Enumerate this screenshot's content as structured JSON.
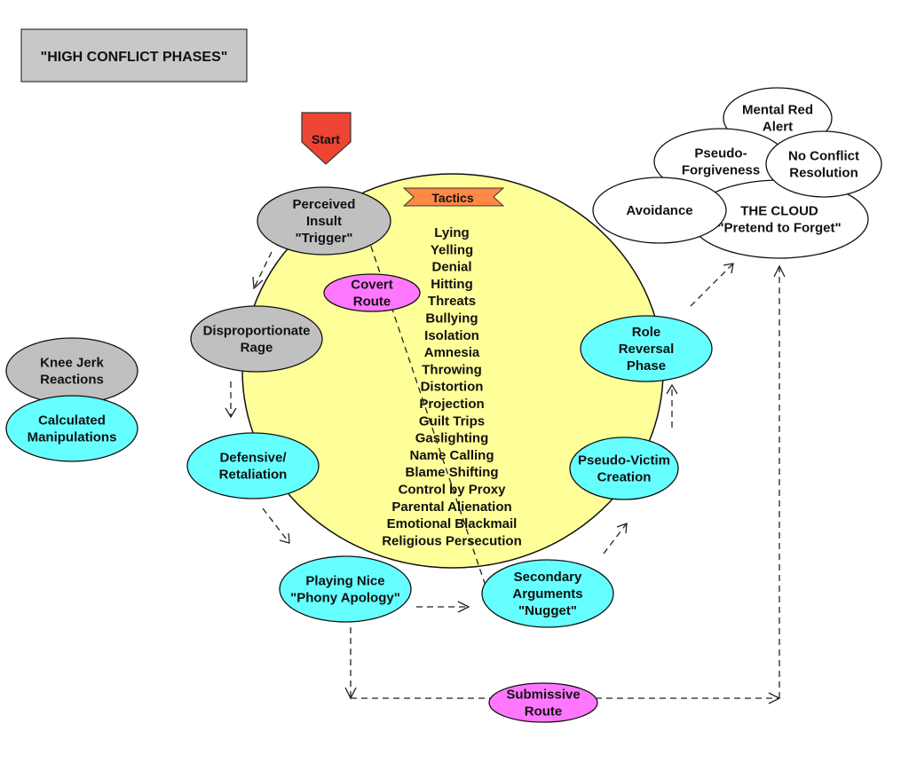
{
  "title": "\"HIGH CONFLICT PHASES\"",
  "start_label": "Start",
  "tactics": {
    "label": "Tactics",
    "items": [
      "Lying",
      "Yelling",
      "Denial",
      "Hitting",
      "Threats",
      "Bullying",
      "Isolation",
      "Amnesia",
      "Throwing",
      "Distortion",
      "Projection",
      "Guilt Trips",
      "Gaslighting",
      "Name Calling",
      "Blame Shifting",
      "Control by Proxy",
      "Parental Alienation",
      "Emotional Blackmail",
      "Religious Persecution"
    ]
  },
  "colors": {
    "title_box": "#c8c8c8",
    "start": "#ee4433",
    "tactics_banner": "#ff8844",
    "cycle_circle": "#ffff99",
    "gray_node": "#c0c0c0",
    "cyan_node": "#66ffff",
    "pink_node": "#ff77ff",
    "cloud_node": "#ffffff"
  },
  "nodes": [
    {
      "id": "perceived-insult",
      "lines": [
        "Perceived",
        "Insult",
        "\"Trigger\""
      ],
      "color": "gray_node"
    },
    {
      "id": "covert-route",
      "lines": [
        "Covert",
        "Route"
      ],
      "color": "pink_node"
    },
    {
      "id": "disproportionate-rage",
      "lines": [
        "Disproportionate",
        "Rage"
      ],
      "color": "gray_node"
    },
    {
      "id": "knee-jerk-reactions",
      "lines": [
        "Knee Jerk",
        "Reactions"
      ],
      "color": "gray_node"
    },
    {
      "id": "calculated-manipulations",
      "lines": [
        "Calculated",
        "Manipulations"
      ],
      "color": "cyan_node"
    },
    {
      "id": "defensive-retaliation",
      "lines": [
        "Defensive/",
        "Retaliation"
      ],
      "color": "cyan_node"
    },
    {
      "id": "playing-nice",
      "lines": [
        "Playing Nice",
        "\"Phony Apology\""
      ],
      "color": "cyan_node"
    },
    {
      "id": "secondary-arguments",
      "lines": [
        "Secondary",
        "Arguments",
        "\"Nugget\""
      ],
      "color": "cyan_node"
    },
    {
      "id": "pseudo-victim-creation",
      "lines": [
        "Pseudo-Victim",
        "Creation"
      ],
      "color": "cyan_node"
    },
    {
      "id": "role-reversal-phase",
      "lines": [
        "Role",
        "Reversal",
        "Phase"
      ],
      "color": "cyan_node"
    },
    {
      "id": "submissive-route",
      "lines": [
        "Submissive",
        "Route"
      ],
      "color": "pink_node"
    },
    {
      "id": "mental-red-alert",
      "lines": [
        "Mental Red",
        "Alert"
      ],
      "color": "cloud_node"
    },
    {
      "id": "pseudo-forgiveness",
      "lines": [
        "Pseudo-",
        "Forgiveness"
      ],
      "color": "cloud_node"
    },
    {
      "id": "the-cloud",
      "lines": [
        "THE CLOUD",
        "\"Pretend to Forget\""
      ],
      "color": "cloud_node"
    },
    {
      "id": "no-conflict-resolution",
      "lines": [
        "No Conflict",
        "Resolution"
      ],
      "color": "cloud_node"
    },
    {
      "id": "avoidance",
      "lines": [
        "Avoidance"
      ],
      "color": "cloud_node"
    }
  ]
}
